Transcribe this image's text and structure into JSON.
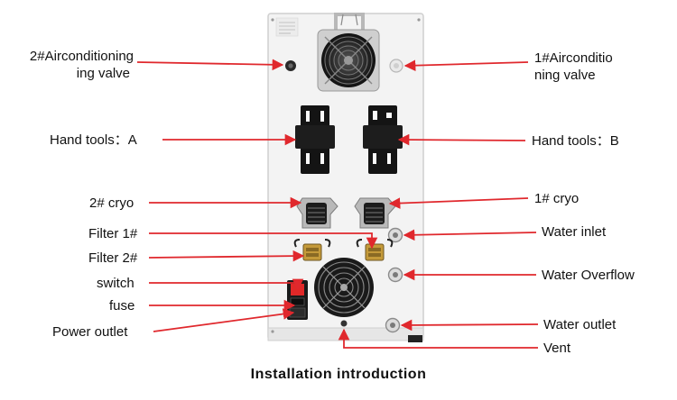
{
  "title": "Installation introduction",
  "colors": {
    "arrow": "#e0282d",
    "panel": "#f3f3f3",
    "panel_border": "#cfcfcf",
    "dark": "#1a1a1a"
  },
  "labels": {
    "left": [
      {
        "id": "2-airconditioning-valve",
        "lines": [
          "2#Airconditioning",
          "ing valve"
        ]
      },
      {
        "id": "hand-tools-a",
        "lines": [
          "Hand tools：A"
        ]
      },
      {
        "id": "2-cryo",
        "lines": [
          "2# cryo"
        ]
      },
      {
        "id": "filter-1",
        "lines": [
          "Filter 1#"
        ]
      },
      {
        "id": "filter-2",
        "lines": [
          "Filter 2#"
        ]
      },
      {
        "id": "switch",
        "lines": [
          "switch"
        ]
      },
      {
        "id": "fuse",
        "lines": [
          "fuse"
        ]
      },
      {
        "id": "power-outlet",
        "lines": [
          "Power outlet"
        ]
      }
    ],
    "right": [
      {
        "id": "1-airconditioning-valve",
        "lines": [
          "1#Airconditio",
          "ning valve"
        ]
      },
      {
        "id": "hand-tools-b",
        "lines": [
          "Hand tools：B"
        ]
      },
      {
        "id": "1-cryo",
        "lines": [
          "1# cryo"
        ]
      },
      {
        "id": "water-inlet",
        "lines": [
          "Water inlet"
        ]
      },
      {
        "id": "water-overflow",
        "lines": [
          "Water Overflow"
        ]
      },
      {
        "id": "water-outlet",
        "lines": [
          "Water outlet"
        ]
      },
      {
        "id": "vent",
        "lines": [
          "Vent"
        ]
      }
    ]
  }
}
